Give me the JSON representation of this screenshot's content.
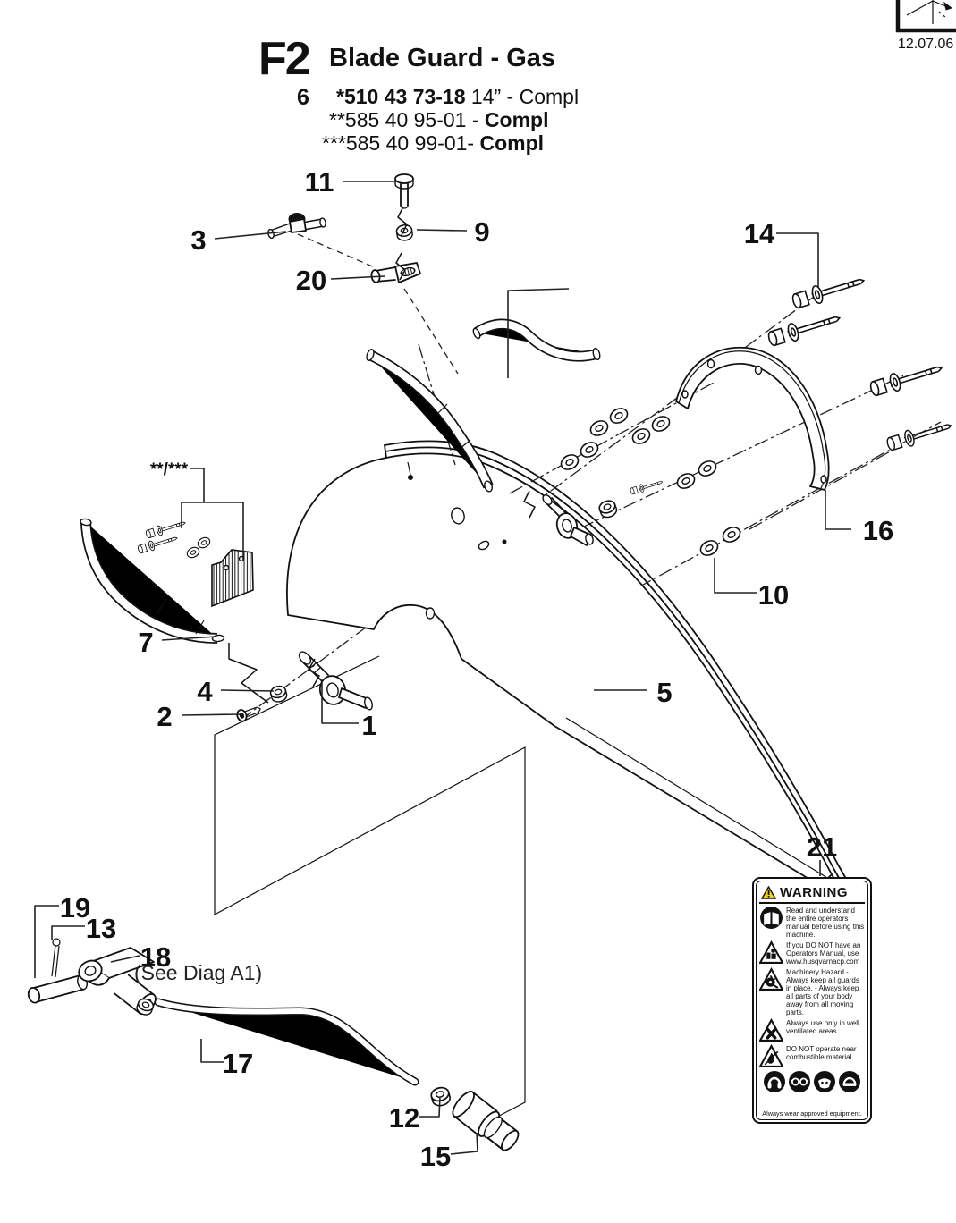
{
  "header": {
    "figure_code": "F2",
    "title": "Blade Guard - Gas",
    "item_number": "6",
    "part_lines": [
      {
        "lead": "",
        "bold": "*510 43 73-18",
        "tail": " 14” - Compl"
      },
      {
        "lead": "**585 40 95-01 - ",
        "bold": "Compl",
        "tail": ""
      },
      {
        "lead": "***585 40 99-01- ",
        "bold": "Compl",
        "tail": ""
      }
    ],
    "date": "12.07.06"
  },
  "notes": {
    "variant_marker": "**/***",
    "see_diagram": "(See Diag A1)"
  },
  "callouts": {
    "n1": "1",
    "n2": "2",
    "n3": "3",
    "n4": "4",
    "n5": "5",
    "n7": "7",
    "n9": "9",
    "n10": "10",
    "n11": "11",
    "n12": "12",
    "n13": "13",
    "n14": "14",
    "n15": "15",
    "n16": "16",
    "n17": "17",
    "n18": "18",
    "n19": "19",
    "n20": "20",
    "n21": "21"
  },
  "warning_label": {
    "title": "WARNING",
    "sections": [
      {
        "icon": "operators-manual-icon",
        "text": "Read and understand the entire operators manual before using this machine."
      },
      {
        "icon": "no-manual-icon",
        "text": "If you DO NOT have an Operators Manual, use www.husqvarnacp.com"
      },
      {
        "icon": "machinery-hazard-icon",
        "text": "Machinery Hazard - Always keep all guards in place. - Always keep all parts of your body away from all moving parts."
      },
      {
        "icon": "ventilation-icon",
        "text": "Always use only in well ventilated areas."
      },
      {
        "icon": "combustible-icon",
        "text": "DO NOT operate near combustible material."
      }
    ],
    "footer": "Always wear approved equipment."
  },
  "icons": {
    "corner": "rotation-axes-icon",
    "warning_triangle": "warning-triangle-icon",
    "ppe": [
      "ear-protection-icon",
      "eye-protection-icon",
      "respirator-icon",
      "face-shield-icon"
    ]
  },
  "colors": {
    "ink": "#111111",
    "paper": "#ffffff",
    "warning_yellow": "#f2cf1d"
  }
}
